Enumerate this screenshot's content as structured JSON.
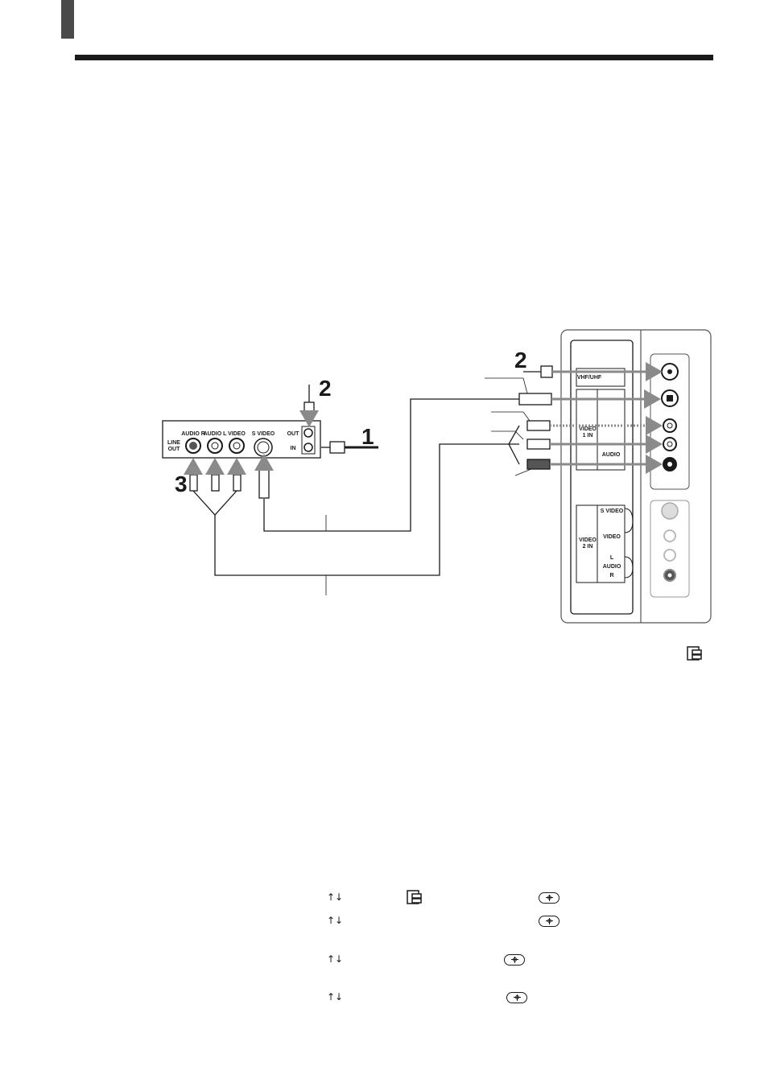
{
  "header": {
    "tab": "header-tab",
    "rule": "header-rule"
  },
  "diagram": {
    "vcr": {
      "line_out_label": "LINE\nOUT",
      "line_out_1": "LINE",
      "line_out_2": "OUT",
      "audio_r": "AUDIO R",
      "audio_l": "AUDIO L",
      "video": "VIDEO",
      "s_video": "S VIDEO",
      "out": "OUT",
      "in": "IN"
    },
    "steps": {
      "step1": "1",
      "step2_left": "2",
      "step2_right": "2",
      "step3": "3"
    },
    "tv": {
      "vhf_uhf": "VHF/UHF",
      "video1_in_1": "VIDEO",
      "video1_in_2": "1 IN",
      "audio": "AUDIO",
      "s_video": "S VIDEO",
      "video": "VIDEO",
      "video2_in_1": "VIDEO",
      "video2_in_2": "2 IN",
      "audio_l": "L",
      "audio_2": "AUDIO",
      "audio_r": "R"
    }
  },
  "icons": {
    "menu_icon": "setup-menu-icon",
    "updown": "↑↓",
    "enter": "enter-button-icon"
  },
  "colors": {
    "ink": "#1a1a1a",
    "cable": "#8a8a8a",
    "header": "#4a4a4a"
  }
}
